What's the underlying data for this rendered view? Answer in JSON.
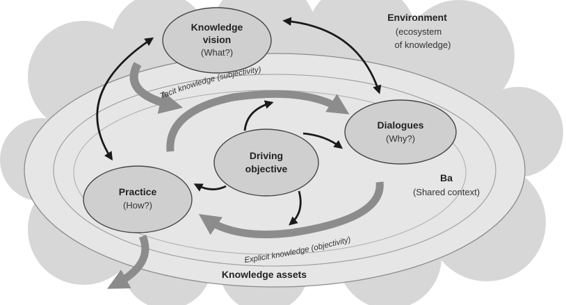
{
  "nodes": {
    "vision": {
      "title_line1": "Knowledge",
      "title_line2": "vision",
      "question": "(What?)"
    },
    "dialogues": {
      "title": "Dialogues",
      "question": "(Why?)"
    },
    "practice": {
      "title": "Practice",
      "question": "(How?)"
    },
    "objective": {
      "line1": "Driving",
      "line2": "objective"
    }
  },
  "labels": {
    "environment_title": "Environment",
    "environment_line1": "(ecosystem",
    "environment_line2": "of knowledge)",
    "ba_title": "Ba",
    "ba_sub": "(Shared context)",
    "tacit": "Tacit knowledge (subjectivity)",
    "explicit": "Explicit knowledge (objectivity)",
    "assets": "Knowledge assets"
  },
  "colors": {
    "cloud": "#d7d7d7",
    "ellipse_fill": "#e6e6e6",
    "ellipse_line": "#8a8a8a",
    "node_fill": "#cfcfcf",
    "node_stroke": "#444444",
    "gray_arrow": "#8c8c8c",
    "black_arrow": "#1a1a1a"
  }
}
